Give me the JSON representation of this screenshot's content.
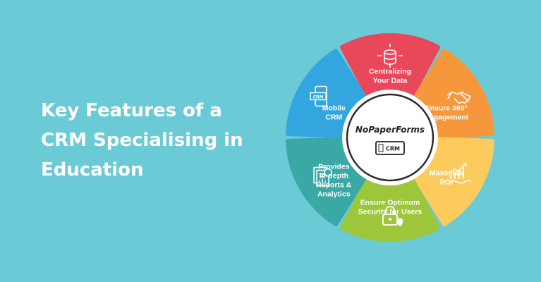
{
  "headline": {
    "line1": "Key Features of a",
    "line2": "CRM Specialising in",
    "line3": "Education"
  },
  "center": {
    "brand": "NoPaperForms",
    "badge": "CRM"
  },
  "segments": [
    {
      "key": "centralizing",
      "lines": [
        "Centralizing",
        "Your Data"
      ],
      "color": "#E8485A",
      "icon": "database-icon"
    },
    {
      "key": "engagement",
      "lines": [
        "Ensure 360°",
        "Engagement"
      ],
      "color": "#F5973A",
      "icon": "handshake-icon"
    },
    {
      "key": "roi",
      "lines": [
        "Maximise",
        "ROI"
      ],
      "color": "#FCCB5C",
      "icon": "growth-chart-icon"
    },
    {
      "key": "security",
      "lines": [
        "Ensure Optimum",
        "Security for Users"
      ],
      "color": "#9DC63B",
      "icon": "lock-icon"
    },
    {
      "key": "reports",
      "lines": [
        "Provides",
        "in-depth",
        "Reports &",
        "Analytics"
      ],
      "color": "#3AA8A4",
      "icon": "report-icon"
    },
    {
      "key": "mobile",
      "lines": [
        "Mobile",
        "CRM"
      ],
      "color": "#33A6E0",
      "icon": "mobile-crm-icon"
    }
  ]
}
